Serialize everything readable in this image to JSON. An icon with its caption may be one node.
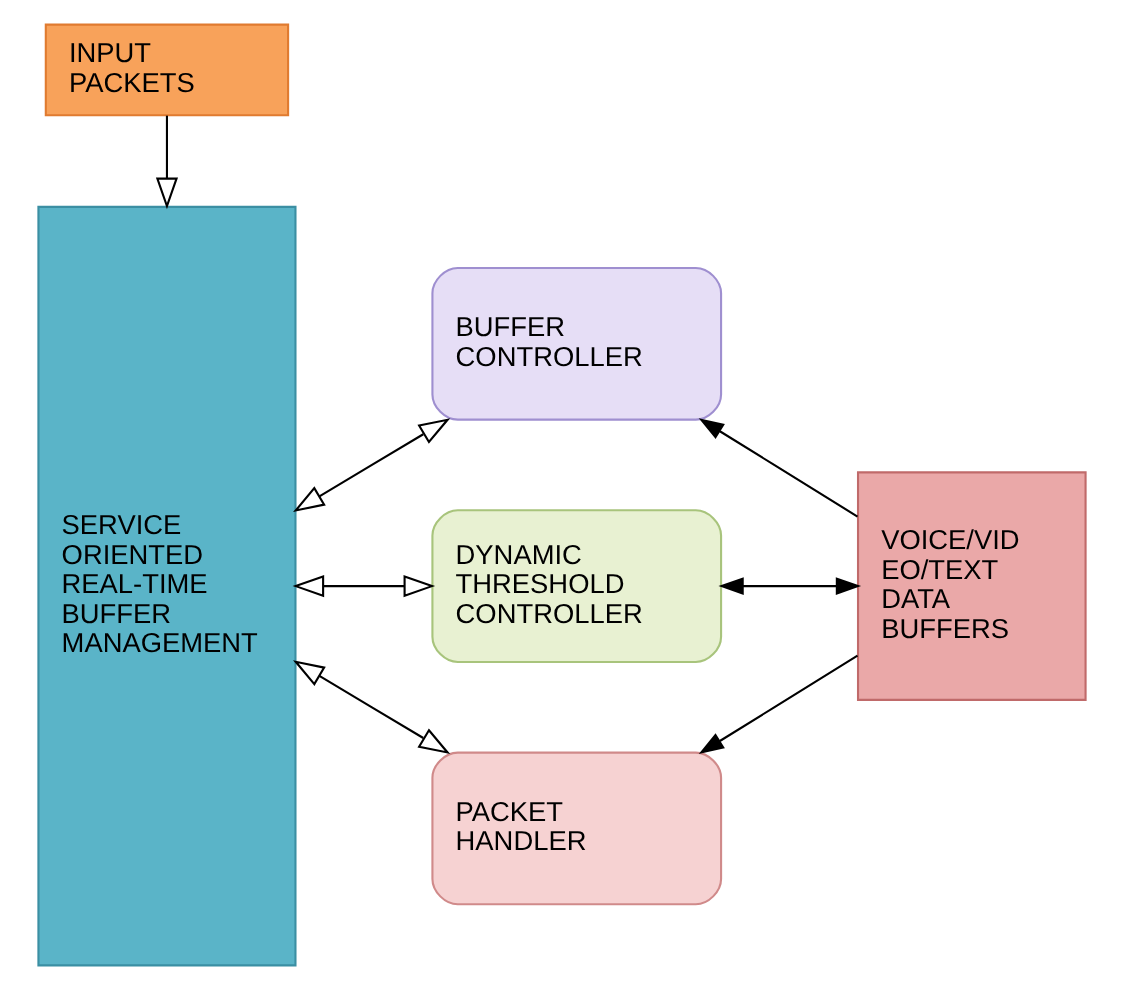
{
  "diagram": {
    "nodes": [
      {
        "text": [
          "INPUT PACKETS"
        ]
      },
      {
        "text": [
          "SERVICE ORIENTED REAL-TIME BUFFER MANAGEMENT"
        ]
      },
      {
        "text": [
          "BUFFER CONTROLLER"
        ]
      },
      {
        "text": [
          "DYNAMIC THRESHOLD CONTROLLER"
        ]
      },
      {
        "text": [
          "PACKET HANDLER"
        ]
      },
      {
        "text": [
          "VOICE/VID EO/TEXT DATA BUFFERS"
        ]
      }
    ],
    "edges": [
      {
        "from": 0,
        "to": 1,
        "arrow": "to"
      },
      {
        "from": 1,
        "to": 2,
        "arrow": "both"
      },
      {
        "from": 1,
        "to": 3,
        "arrow": "both"
      },
      {
        "from": 1,
        "to": 4,
        "arrow": "both"
      },
      {
        "from": 5,
        "to": 2,
        "arrow": "to"
      },
      {
        "from": 3,
        "to": 5,
        "arrow": "both"
      },
      {
        "from": 5,
        "to": 4,
        "arrow": "to"
      }
    ]
  }
}
